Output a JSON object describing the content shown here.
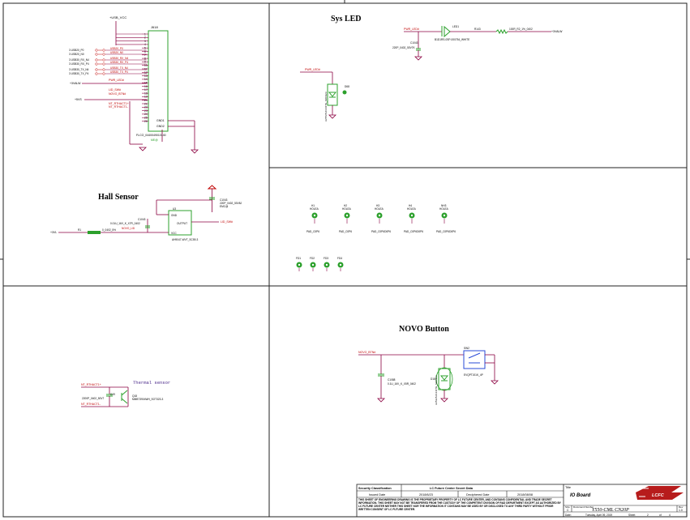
{
  "connector": {
    "ref": "J618",
    "net_usb_vcc": "+USB_VCC",
    "part": "FLCO_0440049010140",
    "pin_numbers": [
      "1",
      "2",
      "3",
      "4",
      "5",
      "6",
      "7",
      "8",
      "9",
      "10",
      "11",
      "12",
      "13",
      "14",
      "15",
      "16",
      "17",
      "18",
      "19",
      "20",
      "21",
      "22",
      "23",
      "24",
      "25",
      "26"
    ],
    "gnd_pins": [
      "GND1",
      "GND2"
    ],
    "nets_left": [
      {
        "sheet": "3",
        "name": "USB20_P0",
        "label": "USB20_P0"
      },
      {
        "sheet": "3",
        "name": "USB20_N0",
        "label": "USB20_N0"
      },
      {
        "sheet": "3",
        "name": "USB30_RX_N4",
        "label": "USB30_RX_N4"
      },
      {
        "sheet": "3",
        "name": "USB30_RX_P4",
        "label": "USB30_RX_P4"
      },
      {
        "sheet": "3",
        "name": "USB30_TX_N4",
        "label": "USB30_TX_N4"
      },
      {
        "sheet": "3",
        "name": "USB30_TX_P4",
        "label": "USB30_TX_P4"
      }
    ],
    "other_nets": [
      "+3VALW",
      "PWR_LED#",
      "LID_SW#",
      "NOVO_BTN#",
      "+5VS",
      "NT_RTHACT1+",
      "NT_RTHACT1-"
    ]
  },
  "sys_led": {
    "title": "Sys LED",
    "net_in": "PWR_LED#",
    "transistor_ref": "LED1",
    "transistor_part": "B1D1RS-0SP-000754_WHITE",
    "res_ref": "R143",
    "res_value": "100R_R2_1%_0402",
    "cap_ref": "C1043",
    "cap_value": "220P_0402_50V7K",
    "net_out": "+3VALW",
    "net_in2": "PWR_LED#",
    "diode_ref": "D68",
    "diode_part": "AZ5725-01F.R7G_SOD323"
  },
  "hall_sensor": {
    "title": "Hall Sensor",
    "ic_ref": "U3",
    "ic_part": "AH9047-WVT_SC59-3",
    "pin_gnd": "GND",
    "pin_output": "OUTPUT",
    "pin_vcc": "VCC",
    "net_out": "LID_SW#",
    "net_vs": "+3VL",
    "net_novo": "NOVO_LID",
    "cap1_ref": "C1043",
    "cap1_value": "220P_0402_50V8J",
    "cap1_extra": "EMC@",
    "cap2_ref": "C1043",
    "cap2_value": "0.01U_16V_K_X7R_0402",
    "res_ref": "R1",
    "res_value": "0_0402_5%"
  },
  "holes": {
    "items": [
      {
        "ref": "H1",
        "sub": "HOLEA",
        "pad": "PAD_C0P6"
      },
      {
        "ref": "H2",
        "sub": "HOLEA",
        "pad": "PAD_C0P6"
      },
      {
        "ref": "H3",
        "sub": "HOLEA",
        "pad": "PAD_C0P6D0P6"
      },
      {
        "ref": "H4",
        "sub": "HOLEA",
        "pad": "PAD_C0P6D0P6"
      },
      {
        "ref": "NH3",
        "sub": "HOLEA",
        "pad": "PAD_C0P6D0P6"
      }
    ],
    "fiducials": [
      "FD1",
      "FD2",
      "FD3",
      "FD4"
    ]
  },
  "thermal": {
    "title": "Thermal sensor",
    "net_plus": "NT_RTHACT1+",
    "net_minus": "NT_RTHACT1-",
    "cap_ref": "C49",
    "cap_value": "2200P_0402_50V7",
    "q_ref": "Q18",
    "q_part": "MMBT3904WH_SOT323-3"
  },
  "novo": {
    "title": "NOVO Button",
    "net": "NOVO_BTN#",
    "cap_ref": "C1088",
    "cap_value": "0.1U_16V_K_X5R_0402",
    "diode_ref": "D18",
    "diode_part": "AZ5125-01F.R7G_SOD323",
    "sw_ref": "SW2",
    "sw_part": "EVQPTJ01K_4P"
  },
  "title_block": {
    "security_label": "Security Classification",
    "security_value": "LC Future Center Secret Data",
    "issued_label": "Issued Date",
    "issued_value": "2018/6/23",
    "deciphered_label": "Deciphered Date",
    "deciphered_value": "2018/08/08",
    "notice": "THIS SHEET OF ENGINEERING DRAWING IS THE PROPRIETARY PROPERTY OF LC FUTURE CENTER, AND CONTAINS CONFIDENTIAL AND TRADE SECRET INFORMATION. THIS SHEET MAY NOT BE TRANSFERED FROM THE CUSTODY OF THE COMPETENT DIVISION OF R&D DEPARTMENT EXCEPT AS AUTHORIZED BY LC FUTURE CENTER NEITHER THIS SHEET NOR THE INFORMATION IT CONTAINS MAY BE USED BY OR DISCLOSED TO ANY THIRD PARTY WITHOUT PRIOR WRITTEN CONSENT OF LC FUTURE CENTER.",
    "title_label": "Title",
    "title_value": "IO Board",
    "size_label": "Size",
    "size_value": "C",
    "docnum_label": "Document Number",
    "docnum_value": "Y550-CML CN20P",
    "rev_label": "Rev",
    "rev_value": "1.0",
    "date_label": "Date:",
    "date_value": "Tuesday, April 09, 2019",
    "sheet_label": "Sheet",
    "sheet_value": "2",
    "of_label": "of",
    "of_value": "4",
    "logo_text": "LCFC"
  }
}
